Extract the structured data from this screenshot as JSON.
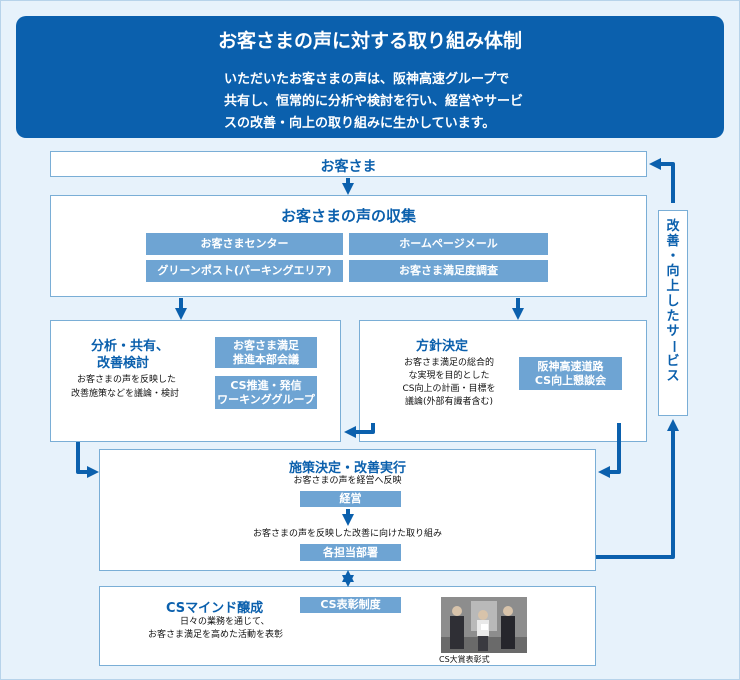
{
  "header": {
    "title": "お客さまの声に対する取り組み体制",
    "lines": [
      "いただいたお客さまの声は、阪神高速グループで",
      "共有し、恒常的に分析や検討を行い、経営やサービ",
      "スの改善・向上の取り組みに生かしています。"
    ]
  },
  "customer": {
    "label": "お客さま"
  },
  "collection": {
    "title": "お客さまの声の収集",
    "channels": [
      "お客さまセンター",
      "ホームページメール",
      "グリーンポスト(パーキングエリア)",
      "お客さま満足度調査"
    ]
  },
  "analysis": {
    "title_line1": "分析・共有、",
    "title_line2": "改善検討",
    "desc_line1": "お客さまの声を反映した",
    "desc_line2": "改善施策などを議論・検討",
    "chip1_line1": "お客さま満足",
    "chip1_line2": "推進本部会議",
    "chip2_line1": "CS推進・発信",
    "chip2_line2": "ワーキンググループ"
  },
  "policy": {
    "title": "方針決定",
    "desc": [
      "お客さま満足の総合的",
      "な実現を目的とした",
      "CS向上の計画・目標を",
      "議論(外部有識者含む)"
    ],
    "chip_line1": "阪神高速道路",
    "chip_line2": "CS向上懇談会"
  },
  "execution": {
    "title": "施策決定・改善実行",
    "desc1": "お客さまの声を経営へ反映",
    "chip1": "経営",
    "desc2": "お客さまの声を反映した改善に向けた取り組み",
    "chip2": "各担当部署"
  },
  "mind": {
    "title": "CSマインド醸成",
    "desc1": "日々の業務を通じて、",
    "desc2": "お客さま満足を高めた活動を表彰",
    "chip": "CS表彰制度",
    "photo_caption": "CS大賞表彰式"
  },
  "side_label": "改善・向上したサービス",
  "colors": {
    "primary": "#0b60ad",
    "chip": "#6ea4d3",
    "background": "#e7f2fb"
  }
}
